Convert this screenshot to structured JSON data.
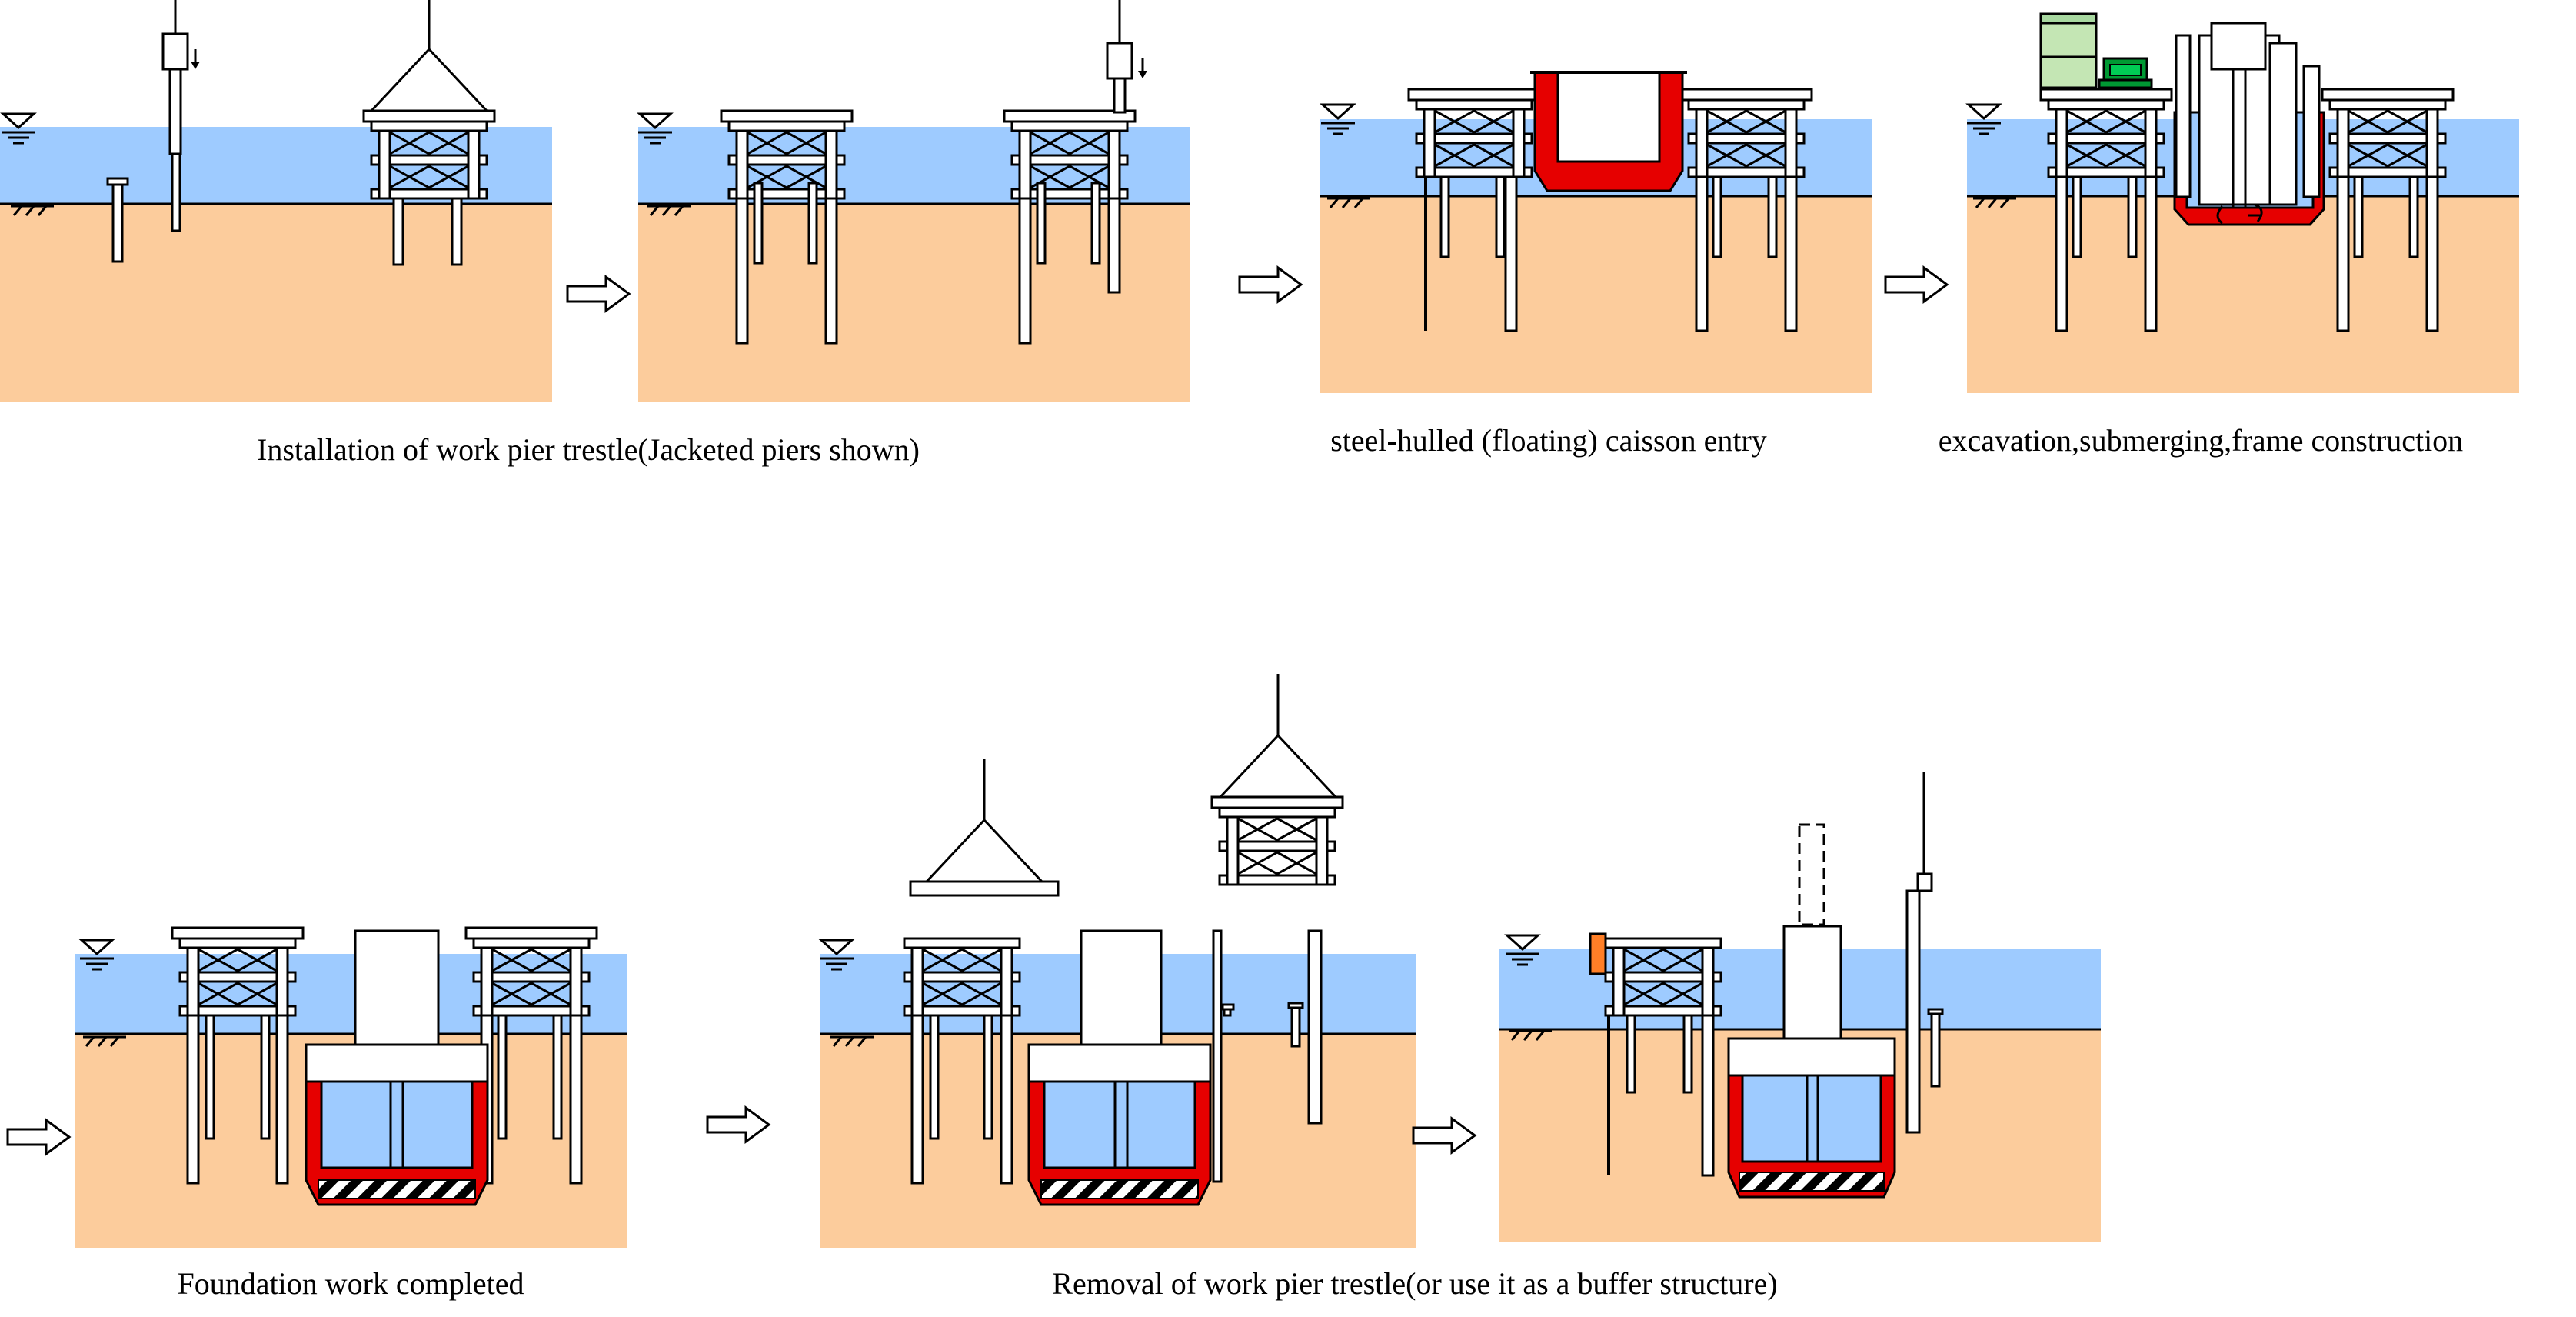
{
  "captions": {
    "step1": "Installation of work pier trestle(Jacketed piers shown)",
    "step2": "steel-hulled (floating) caisson entry",
    "step3": "excavation,submerging,frame construction",
    "step4": "Foundation work completed",
    "step5": "Removal of work pier trestle(or use it as a buffer structure)"
  },
  "colors": {
    "water": "#9ecbff",
    "soil": "#fccc9c",
    "caisson_wall": "#e60000",
    "caisson_inner": "#9ecbff",
    "buffer_block": "#ff7f27",
    "excavator_green": "#009933",
    "tank_green": "#c4e6b4"
  },
  "icons": [
    "water-level-icon",
    "arrow-right-icon",
    "pile-driver-icon",
    "crane-hook-icon",
    "hatched-ground-icon"
  ]
}
